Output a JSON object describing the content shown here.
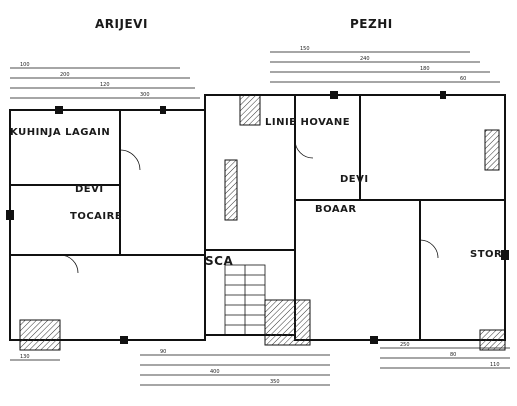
{
  "labels": {
    "room_top_left": "ARIJEVI",
    "room_top_right": "PEZHI",
    "room_mid_left": "KUHINJA LAGAIN",
    "room_mid_center": "LINIE HOVANE",
    "room_left_small": "DEVI",
    "room_center_right": "DEVI",
    "room_left_office": "TOCAIRE",
    "room_center_office": "BOAAR",
    "stair_label": "SCA",
    "room_bottom_right": "STOR"
  },
  "dimensions": [
    "100",
    "200",
    "120",
    "300",
    "150",
    "240",
    "180",
    "60",
    "90",
    "400",
    "350",
    "250",
    "80",
    "110",
    "130"
  ],
  "colors": {
    "line": "#111111",
    "hatch": "#333333",
    "paper": "#ffffff"
  }
}
